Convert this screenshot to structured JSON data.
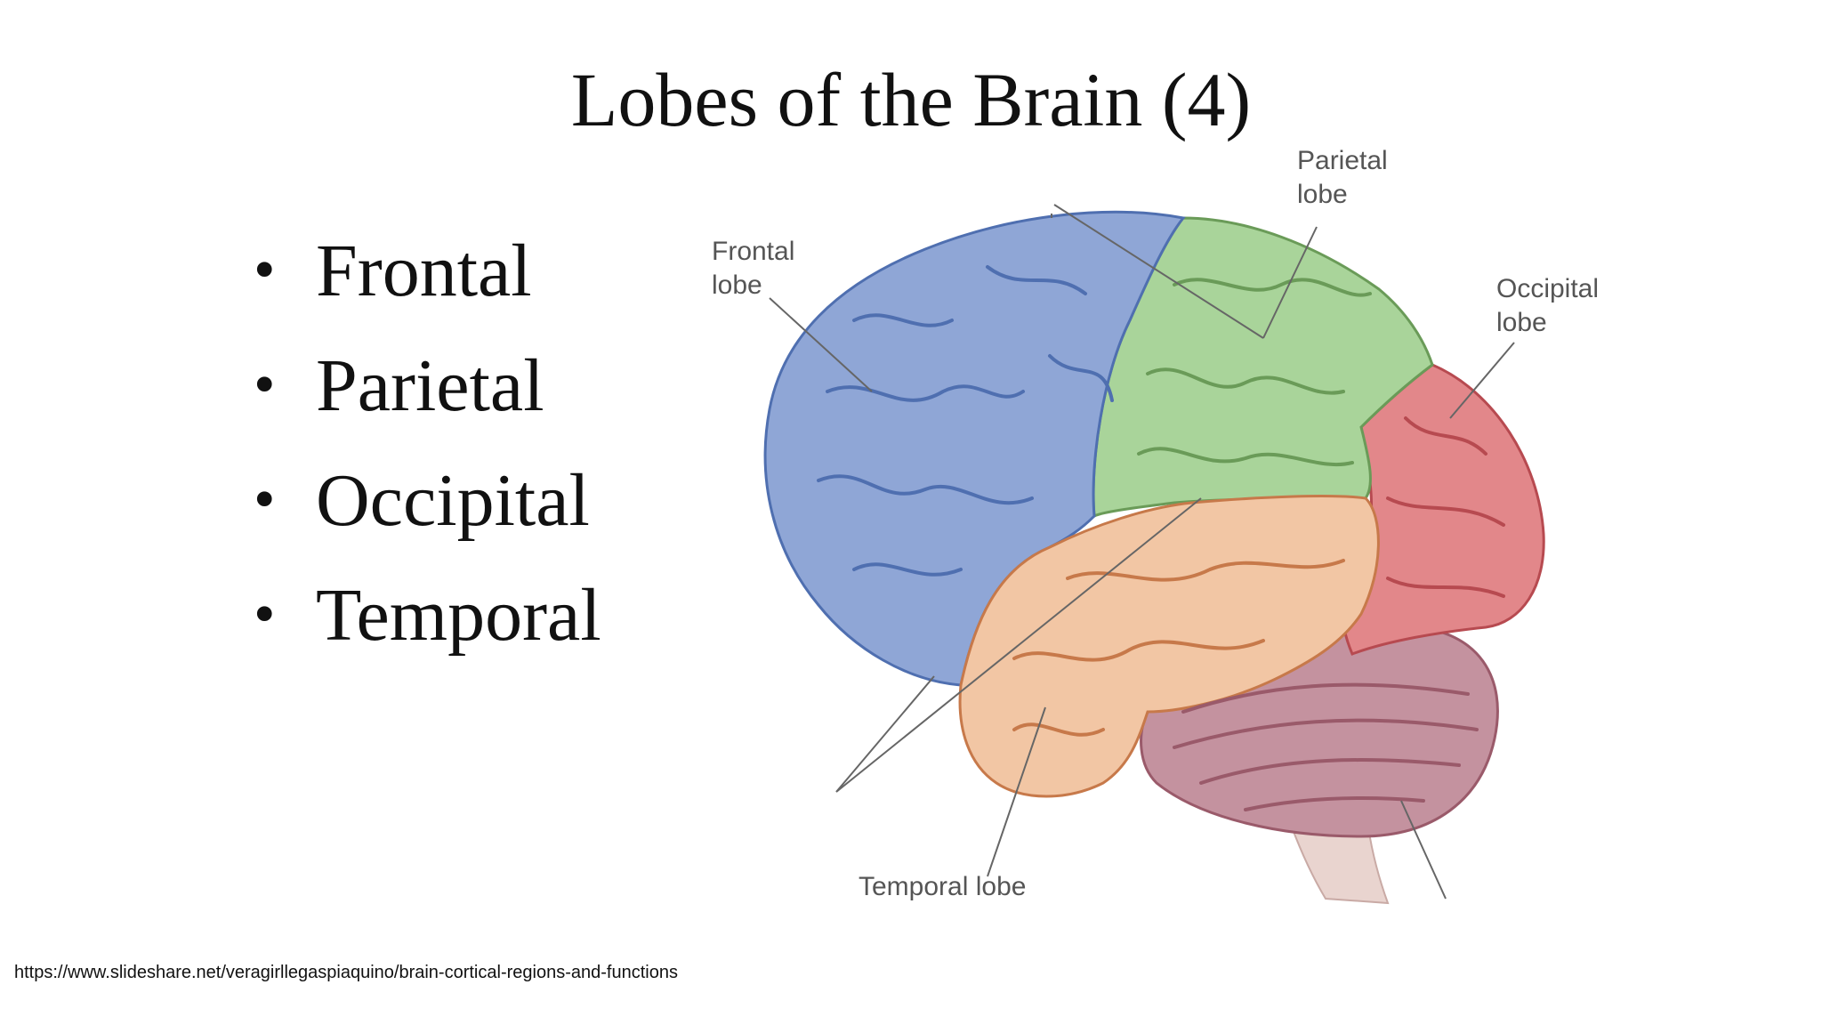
{
  "slide": {
    "title": "Lobes of the Brain (4)",
    "bullets": [
      "Frontal",
      "Parietal",
      "Occipital",
      "Temporal"
    ],
    "source": "https://www.slideshare.net/veragirllegaspiaquino/brain-cortical-regions-and-functions"
  },
  "diagram": {
    "labels": {
      "frontal": [
        "Frontal",
        "lobe"
      ],
      "parietal": [
        "Parietal",
        "lobe"
      ],
      "occipital": [
        "Occipital",
        "lobe"
      ],
      "temporal": "Temporal lobe"
    },
    "colors": {
      "frontal": "#8fa6d6",
      "parietal": "#a9d49a",
      "occipital": "#e2878a",
      "temporal": "#f2c6a4",
      "cerebellum": "#c4929f",
      "brainstem": "#e9d4cf"
    }
  }
}
